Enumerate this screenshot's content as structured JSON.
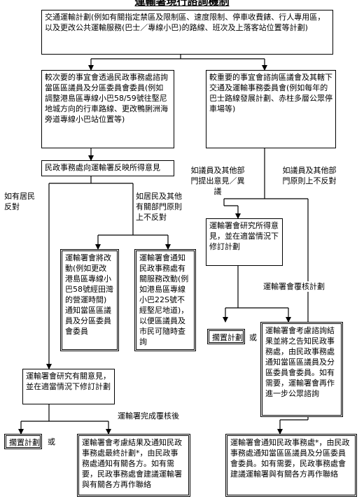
{
  "title": "運輸署現行諮詢機制",
  "nodes": {
    "top": "交通運輸計劃(例如有關指定禁區及限制區、速度限制、停車收費錶、行人專用區，以及更改公共運輸服務(巴士／專線小巴)的路線、班次及上落客站位置等計劃)",
    "left_consult": "較次要的事宜會透過民政事務處諮詢當區區議員及分區委員會委員(例如調整港島區專線小巴58/59號往堅尼地城方向的行車路線、更改鴨脷洲海旁道專線小巴站位置等)",
    "right_consult": "較重要的事宜會諮詢區議會及其轄下交通及運輸事務委員會(例如每年的巴士路線發展計劃、赤柱多層公眾停車場等)",
    "ho_reflect": "民政事務處向運輸署反映所得意見",
    "td_change_notify": "運輸署會將改動(例如更改港島區專線小巴58號經田灣的營運時間)通知當區區議員及分區委員會委員",
    "td_notify_ho": "運輸署會通知民政事務處有關服務改動(例如港島區專線小巴22S號不經堅尼地道)，以便區議員及市民可隨時查詢",
    "td_study_left": "運輸署會研究有關意見，並在適當情況下修訂計劃",
    "shelve_left": "擱置計劃",
    "td_final_left": "運輸署會考慮結果及通知民政事務處最終計劃*，由民政事務處通知有關各方。如有需要，民政事務處會建議運輸署與有關各方再作聯絡",
    "td_study_right": "運輸署會研究所得意見，並在適當情況下修訂計劃",
    "shelve_right": "擱置計劃",
    "td_consider_right": "運輸署會考慮諮詢結果並將之告知民政事務處，由民政事務處通知當區區議員及分區委員會委員。如有需要，運輸署會再作進一步公眾諮詢",
    "td_notify_right": "運輸署會通知民政事務處*，由民政事務處通知當區區議員及分區委員會委員。如有需要，民政事務處會建議運輸署與有關各方再作聯絡"
  },
  "labels": {
    "residents_oppose": "如有居民反對",
    "no_objection_left": "如居民及其他有關部門原則上不反對",
    "td_complete_review_left": "運輸署完成覆核後",
    "or_left": "或",
    "members_raise": "如議員及其他部門提出意見／異議",
    "members_no_objection": "如議員及其他部門原則上不反對",
    "td_review_right": "運輸署會覆核計劃",
    "or_right": "或"
  }
}
